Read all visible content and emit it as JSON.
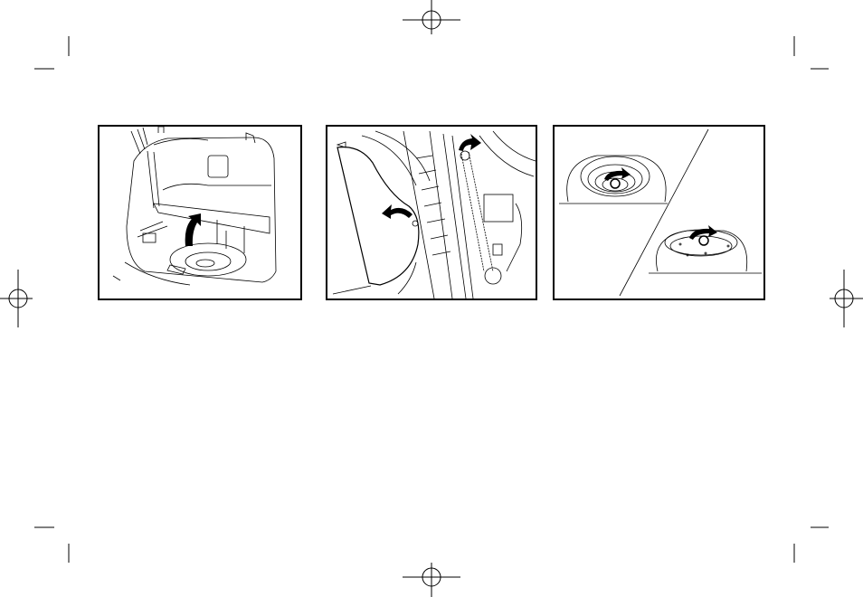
{
  "page": {
    "background": "#ffffff",
    "ink": "#000000"
  },
  "figures": [
    {
      "id": "figure-1",
      "icon": "trunk-floor-lift-illustration"
    },
    {
      "id": "figure-2",
      "icon": "side-panel-jack-removal-illustration"
    },
    {
      "id": "figure-3",
      "icon": "spare-tire-unscrew-illustration"
    }
  ],
  "print_marks": [
    "registration-mark-top",
    "registration-mark-left",
    "registration-mark-right",
    "registration-mark-bottom",
    "crop-marks"
  ]
}
